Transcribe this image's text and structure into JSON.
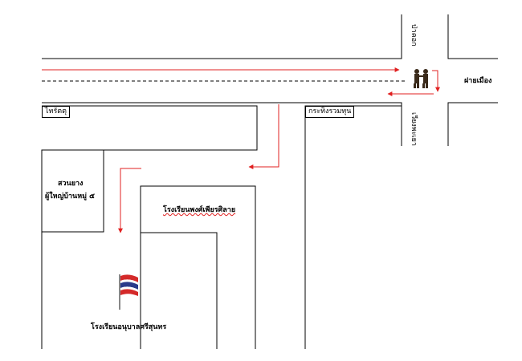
{
  "labels": {
    "north_road": "ป่าคอก",
    "south_road": "เวียงพะเยา",
    "east_road": "ฝายเมือง",
    "thairat_corner": "ไทรัตตุ",
    "krabin_corner": "กระทิงรวมทุน",
    "village_head_line1": "สวนยาง",
    "village_head_line2": "ผู้ใหญ่บ้านหมู่ ๕",
    "secondary_school": "โรงเรียนพงศ์เพียรศิลาย",
    "kindergarten": "โรงเรียนอนุบาลศรีสุนทร"
  },
  "colors": {
    "road": "#000000",
    "route_arrow": "#e02020",
    "flag_red": "#d42a2a",
    "flag_white": "#ffffff",
    "flag_blue": "#2a3a8a"
  },
  "icons": [
    "traffic-police-icon",
    "thai-flag-icon",
    "route-arrow-icon"
  ]
}
